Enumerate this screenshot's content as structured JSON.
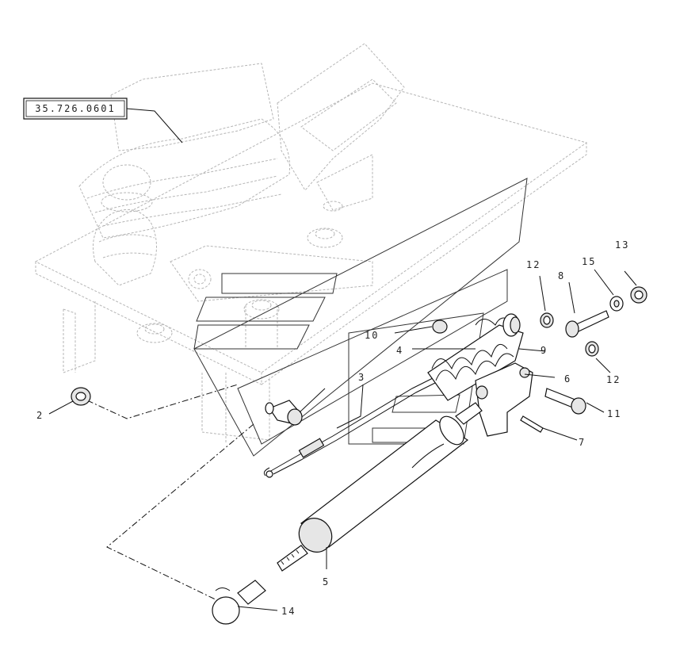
{
  "reference_box": {
    "text": "35.726.0601"
  },
  "callouts": [
    {
      "id": "c2",
      "text": "2"
    },
    {
      "id": "c3",
      "text": "3"
    },
    {
      "id": "c4",
      "text": "4"
    },
    {
      "id": "c5",
      "text": "5"
    },
    {
      "id": "c6",
      "text": "6"
    },
    {
      "id": "c7",
      "text": "7"
    },
    {
      "id": "c8",
      "text": "8"
    },
    {
      "id": "c9",
      "text": "9"
    },
    {
      "id": "c10",
      "text": "10"
    },
    {
      "id": "c11",
      "text": "11"
    },
    {
      "id": "c12a",
      "text": "12"
    },
    {
      "id": "c12b",
      "text": "12"
    },
    {
      "id": "c13",
      "text": "13"
    },
    {
      "id": "c14",
      "text": "14"
    },
    {
      "id": "c15",
      "text": "15"
    }
  ]
}
